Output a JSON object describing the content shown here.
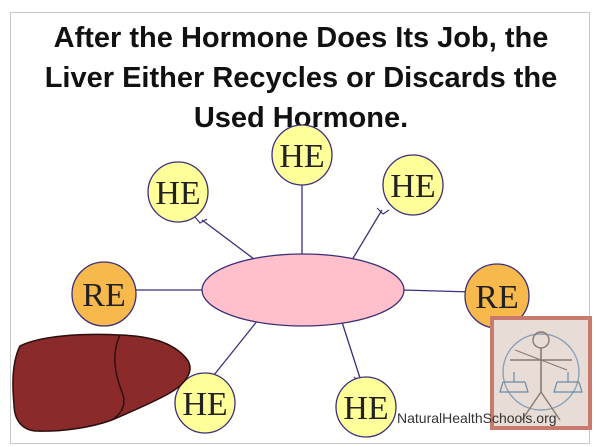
{
  "slide": {
    "title": "After the Hormone Does Its Job, the Liver Either Recycles or Discards the Used Hormone.",
    "footer": "NaturalHealthSchools.org"
  },
  "diagram": {
    "hub": {
      "label": ""
    },
    "nodes": [
      {
        "id": "he-top",
        "label": "HE",
        "kind": "hormone"
      },
      {
        "id": "he-upper-left",
        "label": "HE",
        "kind": "hormone"
      },
      {
        "id": "he-upper-right",
        "label": "HE",
        "kind": "hormone"
      },
      {
        "id": "re-left",
        "label": "RE",
        "kind": "recycled"
      },
      {
        "id": "re-right",
        "label": "RE",
        "kind": "recycled"
      },
      {
        "id": "he-lower-left",
        "label": "HE",
        "kind": "hormone"
      },
      {
        "id": "he-lower-right",
        "label": "HE",
        "kind": "hormone"
      }
    ]
  },
  "colors": {
    "hormone_fill": "#ffff99",
    "recycled_fill": "#f8b94c",
    "hub_fill": "#ffc0cb",
    "line": "#3b2f7a",
    "liver_fill": "#8b2a2a",
    "logo_border": "#c97a6e"
  },
  "icons": {
    "liver": "liver-icon",
    "logo": "vitruvian-logo-icon"
  }
}
